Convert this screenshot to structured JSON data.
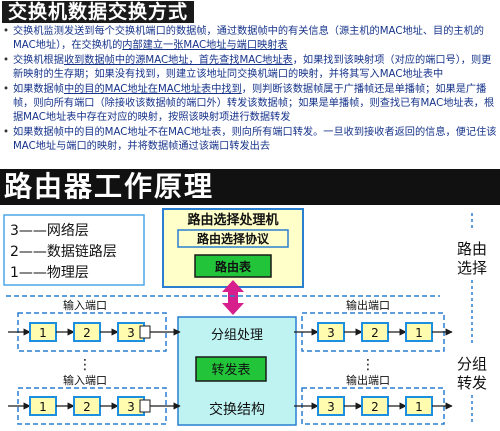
{
  "top": {
    "title": "交换机数据交换方式",
    "bullets": [
      {
        "pre": "交换机监测发送到每个交换机端口的数据帧，通过数据帧中的有关信息（源主机的MAC地址、目的主机的MAC地址），在交换机的",
        "u": "内部建立一张MAC地址与端口映射表",
        "post": ""
      },
      {
        "pre": "交换机根据",
        "u": "收到数据帧中的源MAC地址，首先查找MAC地址表",
        "post": "，如果找到该映射项（对应的端口号），则更新映射的生存期；如果没有找到，则建立该地址同交换机端口的映射，并将其写入MAC地址表中"
      },
      {
        "pre": "如果数据帧",
        "u": "中的目的MAC地址在MAC地址表中找到",
        "post": "，则判断该数据帧属于广播帧还是单播帧；如果是广播帧，则向所有端口（除接收该数据帧的端口外）转发该数据帧；如果是单播帧，则查找已有MAC地址表，根据MAC地址表中存在对应的映射，按照该映射项进行数据转发"
      },
      {
        "pre": "如果数据帧中的目的MAC地址不在MAC地址表，则向所有端口转发。一旦收到接收者返回的信息，便记住该MAC地址与端口的映射，并将数据帧通过该端口转发出去",
        "u": "",
        "post": ""
      }
    ]
  },
  "section_title": "路由器工作原理",
  "diagram": {
    "layers": [
      "3——网络层",
      "2——数据链路层",
      "1——物理层"
    ],
    "routing_processor": "路由选择处理机",
    "routing_protocol": "路由选择协议",
    "routing_table": "路由表",
    "packet_processing": "分组处理",
    "forwarding_table": "转发表",
    "switch_fabric": "交换结构",
    "input_port_label": "输入端口",
    "output_port_label": "输出端口",
    "port_layers": [
      "1",
      "2",
      "3"
    ],
    "ellipsis": "⋮",
    "side_routing": [
      "路由",
      "选择"
    ],
    "side_forwarding": [
      "分组",
      "转发"
    ],
    "colors": {
      "box_blue": "#1d8fe0",
      "proc_fill": "#ffffc9",
      "table_green": "#22c43a",
      "fabric_fill": "#bff3f2",
      "arrow_magenta": "#d61f8c",
      "layer_box": "#4da6e8"
    }
  }
}
